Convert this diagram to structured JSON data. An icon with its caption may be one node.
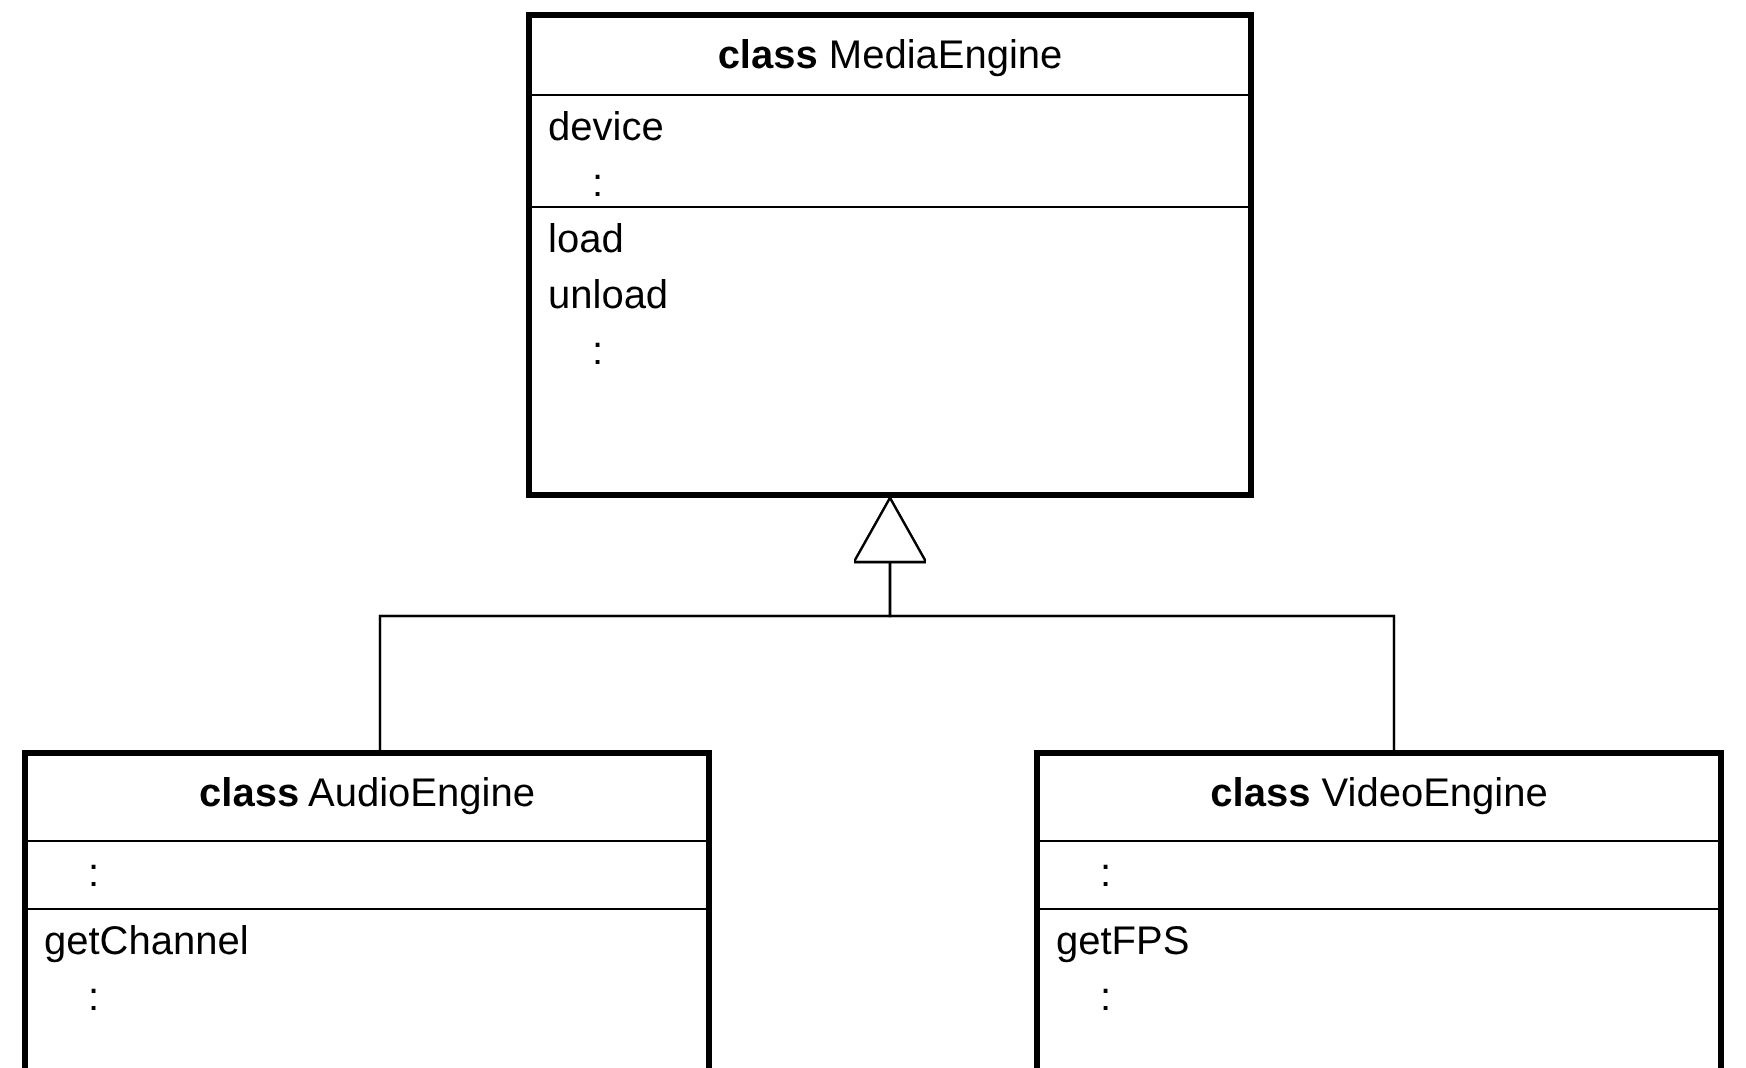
{
  "diagram": {
    "nodes": [
      {
        "text": [],
        "shape": "box"
      },
      {
        "text": [
          "**class** MediaEngine"
        ],
        "in": 0
      },
      {
        "text": [
          "device",
          ":"
        ],
        "in": 0
      },
      {
        "text": [
          "load",
          "unload",
          ":"
        ],
        "in": 0
      },
      {
        "text": [],
        "shape": "box"
      },
      {
        "text": [
          "**class** AudioEngine"
        ],
        "in": 4
      },
      {
        "text": [
          ":"
        ],
        "in": 4
      },
      {
        "text": [
          "getChannel",
          ":"
        ],
        "in": 4
      },
      {
        "text": [],
        "shape": "box"
      },
      {
        "text": [
          "**class** VideoEngine"
        ],
        "in": 8
      },
      {
        "text": [
          ":"
        ],
        "in": 8
      },
      {
        "text": [
          "getFPS",
          ":"
        ],
        "in": 8
      }
    ],
    "edges": [
      {
        "from": 4,
        "to": 0,
        "arrow": "to"
      },
      {
        "from": 8,
        "to": 0,
        "arrow": "to"
      }
    ]
  }
}
